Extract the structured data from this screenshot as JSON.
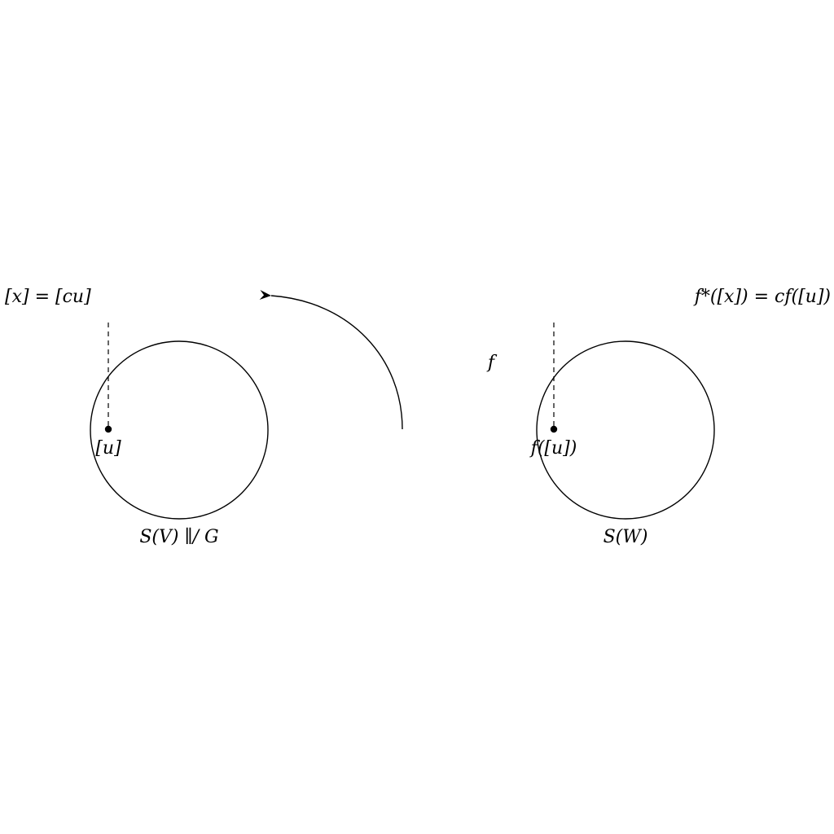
{
  "left": {
    "space_label": "S(V) ∥/ G",
    "point_label": "[u]",
    "top_label": "[x] = [cu]"
  },
  "right": {
    "space_label": "S(W)",
    "point_label": "f([u])",
    "top_label": "f*([x]) = cf([u])"
  },
  "map_label": "f",
  "colors": {
    "stroke": "#000000",
    "background": "#ffffff"
  }
}
